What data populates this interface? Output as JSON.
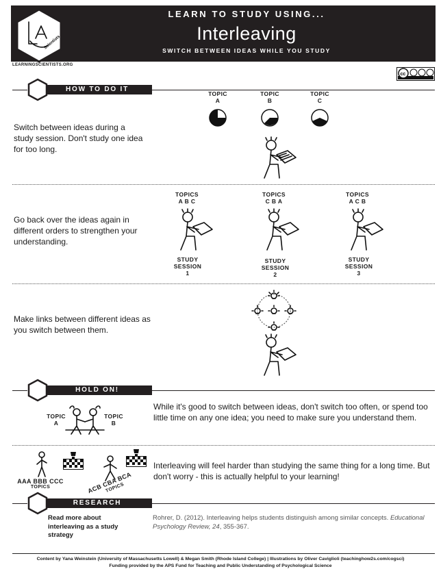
{
  "header": {
    "kicker": "LEARN TO STUDY USING...",
    "title": "Interleaving",
    "subtitle": "SWITCH BETWEEN IDEAS WHILE YOU STUDY",
    "site": "LEARNINGSCIENTISTS.ORG",
    "logo_text": "Scientists"
  },
  "sections": {
    "how": {
      "label": "HOW TO DO IT",
      "step1": "Switch between ideas during a study session. Don't study one idea for too long.",
      "step2": "Go back over the ideas again in different orders to strengthen your understanding.",
      "step3": "Make links between different ideas as you switch between them.",
      "topic_label": "TOPIC",
      "topics": [
        "A",
        "B",
        "C"
      ],
      "topics_label": "TOPICS",
      "orders": [
        "A B C",
        "C B A",
        "A C B"
      ],
      "session_label": "STUDY SESSION",
      "session_numbers": [
        "1",
        "2",
        "3"
      ]
    },
    "hold": {
      "label": "HOLD ON!",
      "text1": "While it's good to switch between ideas, don't switch too often, or spend too little time on any one idea; you need to make sure you understand them.",
      "text2": "Interleaving will feel harder than studying the same thing for a long time. But don't worry - this is actually helpful to your learning!",
      "topic_label": "TOPIC",
      "topic_a": "A",
      "topic_b": "B",
      "blocked": "AAA BBB CCC",
      "interleaved": "ACB CBA BCA",
      "topics_word": "TOPICS"
    },
    "research": {
      "label": "RESEARCH",
      "read_more": "Read more about interleaving as a study strategy",
      "ref_authors": "Rohrer, D. (2012). Interleaving helps students distinguish among similar concepts. ",
      "ref_journal": "Educational Psychology Review, 24",
      "ref_pages": ", 355-367."
    }
  },
  "footer": {
    "line1": "Content by Yana Weinstein (University of Massachusetts Lowell) & Megan Smith (Rhode Island College)   |   Illustrations by Oliver Caviglioli (teachinghow2s.com/cogsci)",
    "line2": "Funding provided by the APS Fund for Teaching and Public Understanding of Psychological Science"
  },
  "colors": {
    "banner": "#231f20",
    "text": "#1a1a1a",
    "reference": "#555555"
  },
  "icons": [
    "logo-hexagon",
    "cc-license-badge",
    "pie-icon",
    "student-reading-icon",
    "lightbulb-icon",
    "trophy-icon",
    "finish-flag-icon"
  ]
}
